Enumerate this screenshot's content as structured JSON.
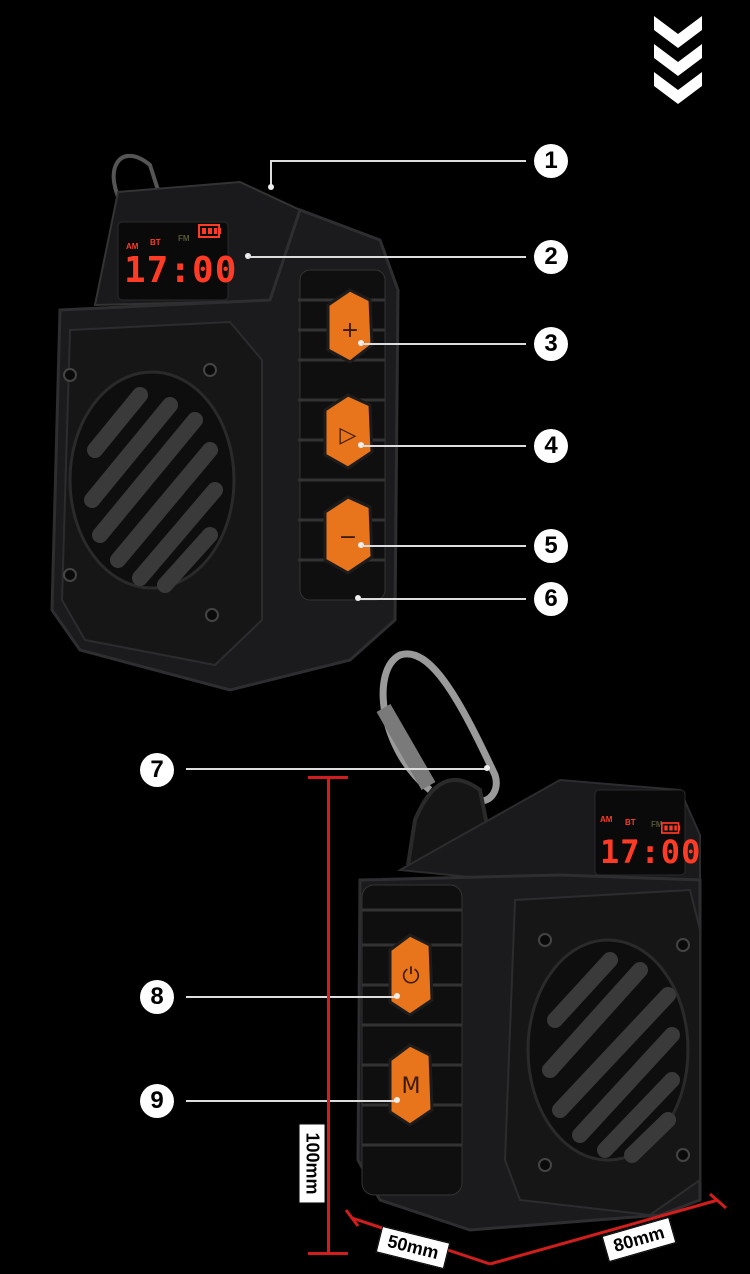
{
  "callouts": [
    "1",
    "2",
    "3",
    "4",
    "5",
    "6",
    "7",
    "8",
    "9"
  ],
  "scroll_indicator": {
    "icon": "chevrons-down-icon"
  },
  "speaker_front": {
    "display": {
      "am": "AM",
      "bt": "BT",
      "fm": "FM",
      "time": "17:00",
      "battery_icon": "battery-icon"
    },
    "buttons": [
      {
        "name": "volume-up",
        "glyph": "+"
      },
      {
        "name": "play-pause",
        "glyph": "▷"
      },
      {
        "name": "volume-down",
        "glyph": "−"
      }
    ]
  },
  "speaker_back": {
    "display": {
      "am": "AM",
      "bt": "BT",
      "fm": "FM",
      "time": "17:00",
      "battery_icon": "battery-icon"
    },
    "buttons": [
      {
        "name": "power",
        "glyph": "⏻"
      },
      {
        "name": "mode",
        "glyph": "M"
      }
    ]
  },
  "dimensions": {
    "height": "100mm",
    "depth": "50mm",
    "width": "80mm"
  },
  "colors": {
    "background": "#000000",
    "accent": "#e8741c",
    "lcd": "#ff3b25",
    "body": "#1d1d1f"
  }
}
